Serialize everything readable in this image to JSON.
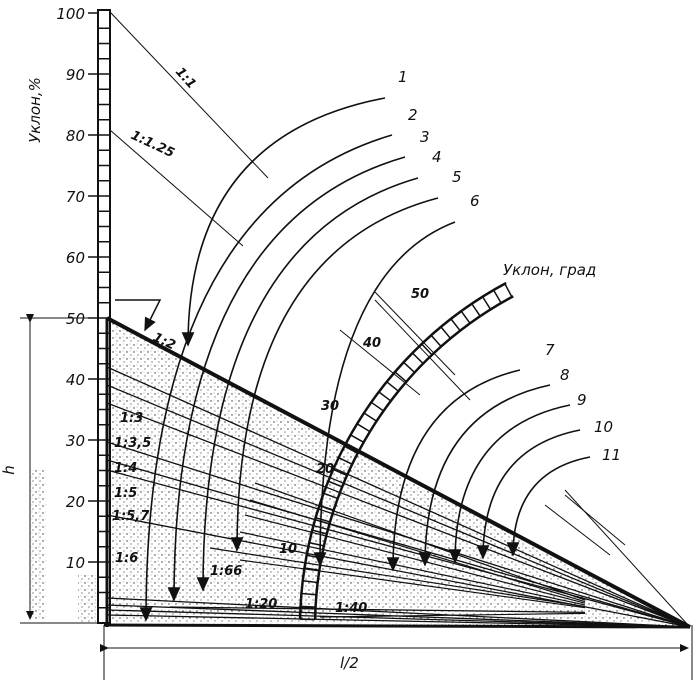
{
  "axis": {
    "title": "Уклон,%",
    "ticks": [
      "10",
      "20",
      "30",
      "40",
      "50",
      "60",
      "70",
      "80",
      "90",
      "100"
    ]
  },
  "degree_scale": {
    "title": "Уклон, град",
    "ticks": [
      "10",
      "20",
      "30",
      "40",
      "50"
    ]
  },
  "dimensions": {
    "height_label": "h",
    "width_label": "l/2"
  },
  "slopes": {
    "top": [
      "1:1",
      "1:1.25"
    ],
    "main": "1:2",
    "inner": [
      "1:3",
      "1:3,5",
      "1:4",
      "1:5",
      "1:5,7",
      "1:6",
      "1:66",
      "1:20",
      "1:40"
    ]
  },
  "arrows": [
    "1",
    "2",
    "3",
    "4",
    "5",
    "6",
    "7",
    "8",
    "9",
    "10",
    "11"
  ],
  "colors": {
    "ink": "#111111",
    "fill": "#ffffff"
  }
}
